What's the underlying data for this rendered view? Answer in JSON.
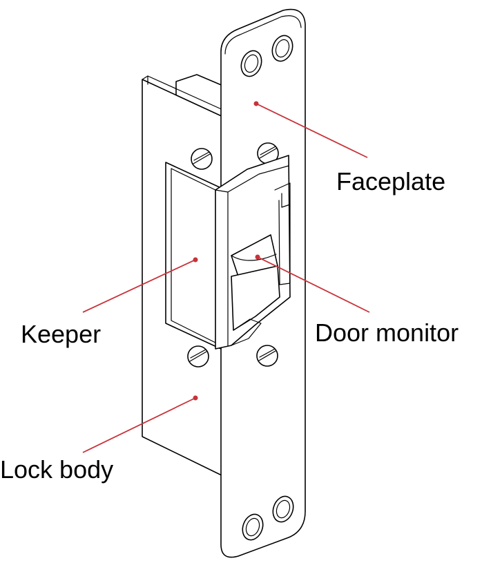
{
  "colors": {
    "leader": "#c8323a",
    "outline": "#000000",
    "background": "#ffffff"
  },
  "labels": {
    "faceplate": "Faceplate",
    "keeper": "Keeper",
    "door_monitor": "Door monitor",
    "lock_body": "Lock body"
  }
}
